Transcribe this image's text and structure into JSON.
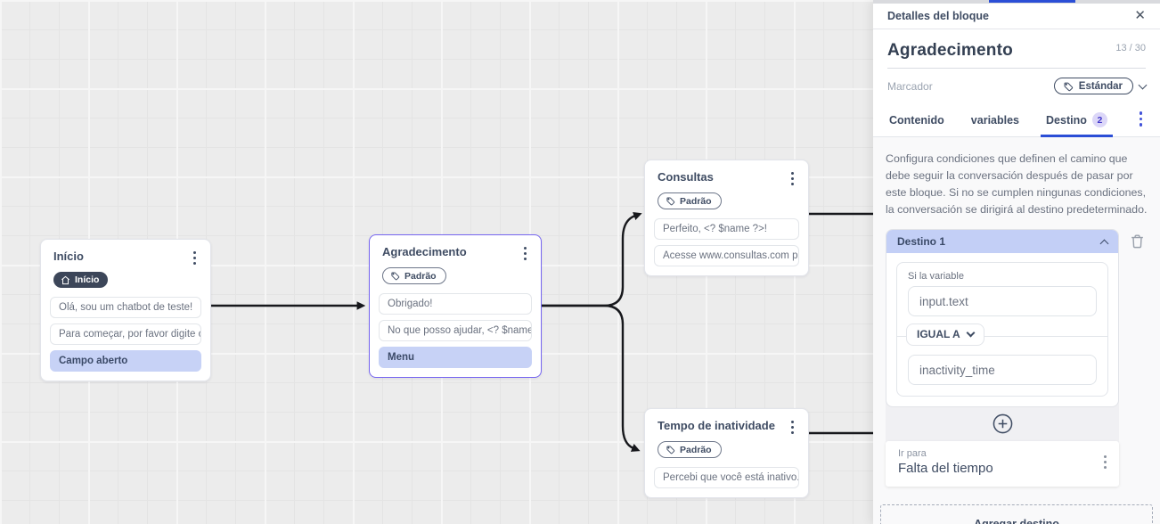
{
  "canvas": {
    "nodes": [
      {
        "title": "Início",
        "badge": {
          "label": "Início",
          "icon": "home-icon"
        },
        "messages": [
          {
            "text": "Olá, sou um chatbot de teste!",
            "highlight": false
          },
          {
            "text": "Para começar, por favor digite o ...",
            "highlight": false
          },
          {
            "text": "Campo aberto",
            "highlight": true
          }
        ]
      },
      {
        "title": "Agradecimento",
        "badge": {
          "label": "Padrão",
          "icon": "tag-icon"
        },
        "selected": true,
        "messages": [
          {
            "text": "Obrigado!",
            "highlight": false
          },
          {
            "text": "No que posso ajudar, <? $name ...",
            "highlight": false
          },
          {
            "text": "Menu",
            "highlight": true
          }
        ]
      },
      {
        "title": "Consultas",
        "badge": {
          "label": "Padrão",
          "icon": "tag-icon"
        },
        "messages": [
          {
            "text": "Perfeito, <? $name ?>!",
            "highlight": false
          },
          {
            "text": "Acesse www.consultas.com par...",
            "highlight": false
          }
        ]
      },
      {
        "title": "Tempo de inatividade",
        "badge": {
          "label": "Padrão",
          "icon": "tag-icon"
        },
        "messages": [
          {
            "text": "Percebi que você está inativo. C...",
            "highlight": false
          }
        ]
      }
    ]
  },
  "panel": {
    "header": {
      "title": "Detalles del bloque",
      "close_icon": "✕"
    },
    "block": {
      "name": "Agradecimento",
      "counter": "13 / 30",
      "marker_placeholder": "Marcador",
      "tag_label": "Estándar"
    },
    "tabs": [
      {
        "label": "Contenido",
        "active": false
      },
      {
        "label": "variables",
        "active": false
      },
      {
        "label": "Destino",
        "badge": "2",
        "active": true
      }
    ],
    "description": "Configura condiciones que definen el camino que debe seguir la conversación después de pasar por este bloque. Si no se cumplen ningunas condiciones, la conversación se dirigirá al destino predeterminado.",
    "destination": {
      "title": "Destino 1",
      "condition_label": "Si la variable",
      "variable_value": "input.text",
      "operator": "IGUAL A",
      "value": "inactivity_time",
      "go_to_label": "Ir para",
      "go_to_value": "Falta del tiempo"
    },
    "add_button_label": "Agregar destino"
  },
  "colors": {
    "accent_blue": "#2b4ed6",
    "selected_node_border": "#7666f0",
    "highlight_row_bg": "#c7d2f6",
    "destination_header_bg": "#c3cff6",
    "tab_badge_bg": "#dcd7f8",
    "dark_badge_bg": "#3c4659",
    "canvas_bg": "#ececec",
    "edge_color": "#17181c"
  }
}
